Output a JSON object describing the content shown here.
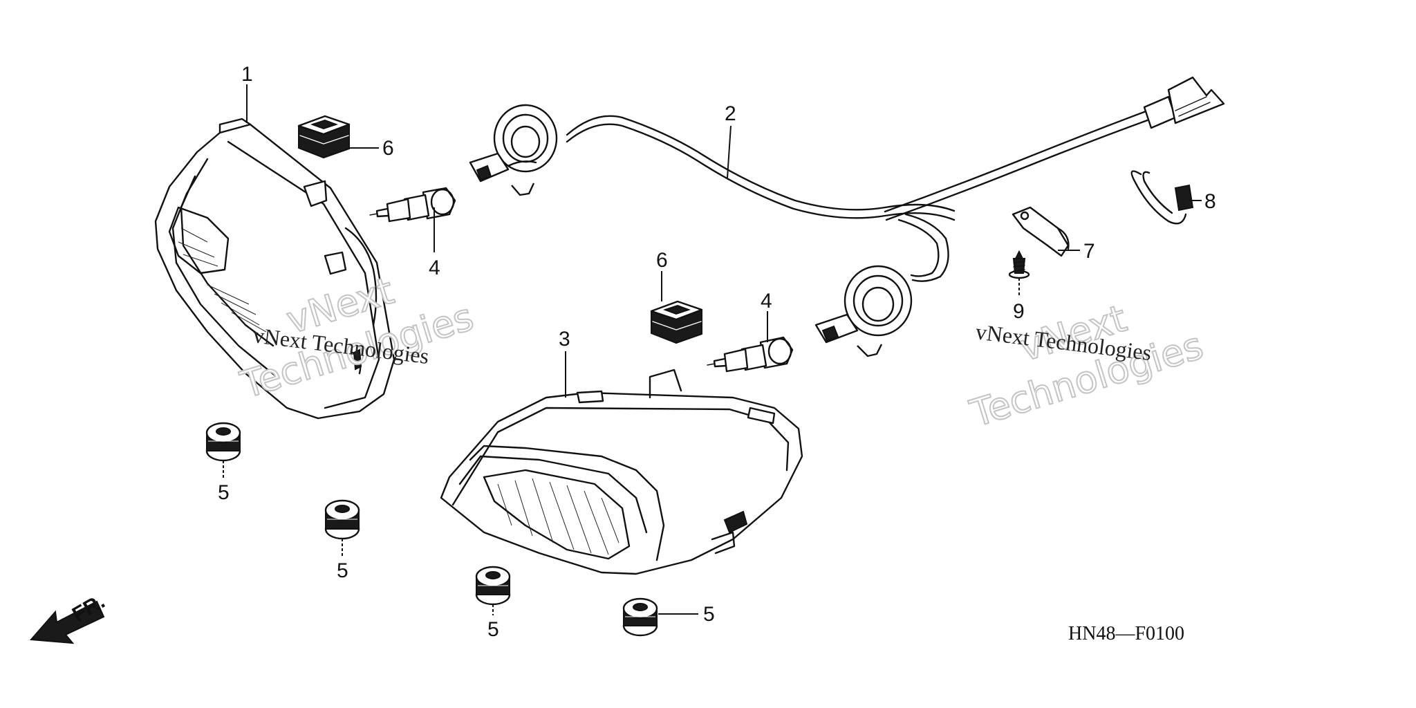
{
  "diagram": {
    "code": "HN48—F0100",
    "direction_label": "FR.",
    "watermark": {
      "line1": "vNext",
      "line2": "Technologies",
      "small": "vNext Technologies"
    },
    "callouts": [
      {
        "id": "c1",
        "label": "1",
        "part": "headlight-left"
      },
      {
        "id": "c2",
        "label": "2",
        "part": "wire-harness"
      },
      {
        "id": "c3",
        "label": "3",
        "part": "headlight-right"
      },
      {
        "id": "c4a",
        "label": "4",
        "part": "bulb-left"
      },
      {
        "id": "c4b",
        "label": "4",
        "part": "bulb-right"
      },
      {
        "id": "c5a",
        "label": "5",
        "part": "grommet"
      },
      {
        "id": "c5b",
        "label": "5",
        "part": "grommet"
      },
      {
        "id": "c5c",
        "label": "5",
        "part": "grommet"
      },
      {
        "id": "c5d",
        "label": "5",
        "part": "grommet"
      },
      {
        "id": "c6a",
        "label": "6",
        "part": "rubber-cushion"
      },
      {
        "id": "c6b",
        "label": "6",
        "part": "rubber-cushion"
      },
      {
        "id": "c7",
        "label": "7",
        "part": "wire-clamp"
      },
      {
        "id": "c8",
        "label": "8",
        "part": "wire-band"
      },
      {
        "id": "c9",
        "label": "9",
        "part": "screw"
      }
    ]
  }
}
